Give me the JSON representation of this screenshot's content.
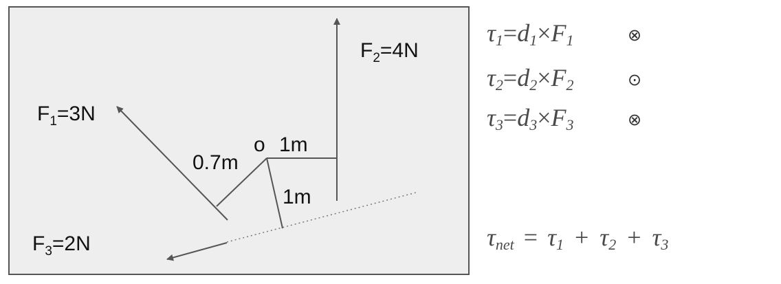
{
  "diagram": {
    "forces": {
      "f1": {
        "symbol": "F",
        "sub": "1",
        "value": "=3N"
      },
      "f2": {
        "symbol": "F",
        "sub": "2",
        "value": "=4N"
      },
      "f3": {
        "symbol": "F",
        "sub": "3",
        "value": "=2N"
      }
    },
    "pivot_label": "o",
    "distances": {
      "d1": "0.7m",
      "d2": "1m",
      "d3": "1m"
    }
  },
  "equations": [
    {
      "tau": "τ",
      "tau_sub": "1",
      "mid": "=",
      "d": "d",
      "d_sub": "1",
      "cross": "×",
      "f": "F",
      "f_sub": "1",
      "direction": "⊗"
    },
    {
      "tau": "τ",
      "tau_sub": "2",
      "mid": "=",
      "d": "d",
      "d_sub": "2",
      "cross": "×",
      "f": "F",
      "f_sub": "2",
      "direction": "⊙"
    },
    {
      "tau": "τ",
      "tau_sub": "3",
      "mid": "=",
      "d": "d",
      "d_sub": "3",
      "cross": "×",
      "f": "F",
      "f_sub": "3",
      "direction": "⊗"
    }
  ],
  "net": {
    "tau": "τ",
    "tau_sub": "net",
    "eq": "=",
    "t1": "τ",
    "t1_sub": "1",
    "plus1": "+",
    "t2": "τ",
    "t2_sub": "2",
    "plus2": "+",
    "t3": "τ",
    "t3_sub": "3"
  },
  "colors": {
    "panel_fill": "#eeeeee",
    "panel_border": "#555555",
    "vector": "#555555",
    "equation_text": "#4a4a4a"
  }
}
